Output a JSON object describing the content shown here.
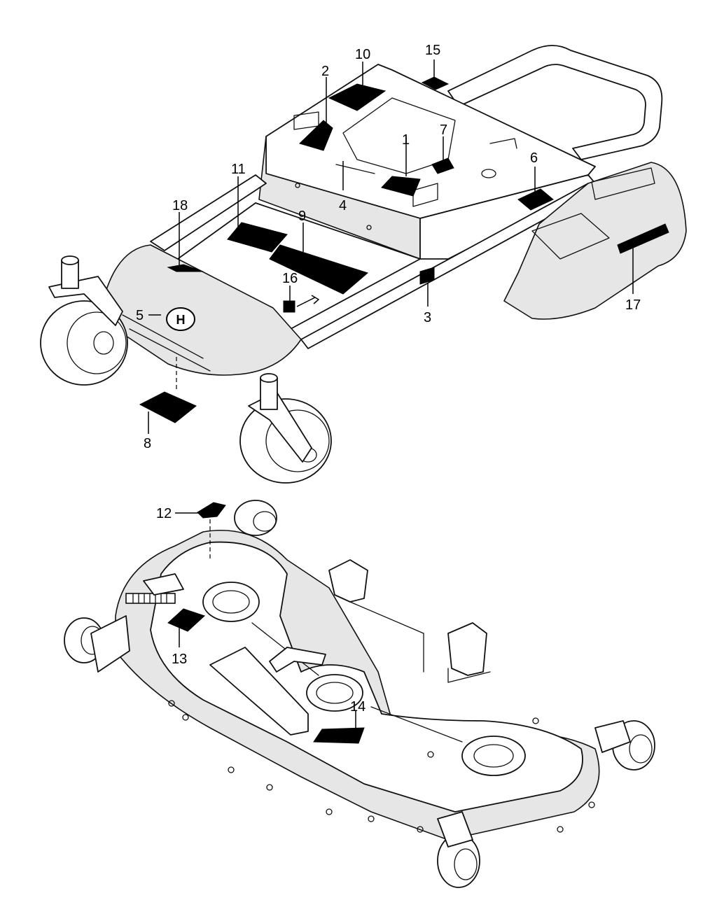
{
  "callouts": [
    {
      "id": "c1",
      "label": "1"
    },
    {
      "id": "c2",
      "label": "2"
    },
    {
      "id": "c3",
      "label": "3"
    },
    {
      "id": "c4",
      "label": "4"
    },
    {
      "id": "c5",
      "label": "5"
    },
    {
      "id": "c6",
      "label": "6"
    },
    {
      "id": "c7",
      "label": "7"
    },
    {
      "id": "c8",
      "label": "8"
    },
    {
      "id": "c9",
      "label": "9"
    },
    {
      "id": "c10",
      "label": "10"
    },
    {
      "id": "c11",
      "label": "11"
    },
    {
      "id": "c12",
      "label": "12"
    },
    {
      "id": "c13",
      "label": "13"
    },
    {
      "id": "c14",
      "label": "14"
    },
    {
      "id": "c15",
      "label": "15"
    },
    {
      "id": "c16",
      "label": "16"
    },
    {
      "id": "c17",
      "label": "17"
    },
    {
      "id": "c18",
      "label": "18"
    }
  ],
  "logo": {
    "icon": "husqvarna-logo-icon"
  },
  "colors": {
    "ink": "#000000",
    "shade": "#e6e6e6",
    "paper": "#ffffff"
  }
}
